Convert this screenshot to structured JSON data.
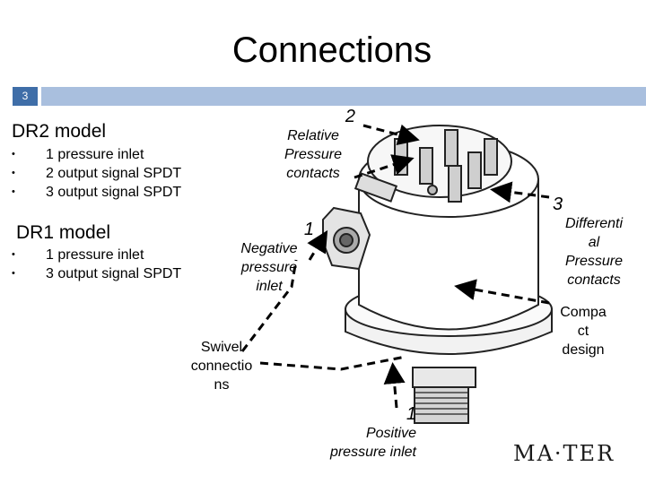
{
  "slide": {
    "title": "Connections",
    "number": "3"
  },
  "dr2": {
    "heading": "DR2 model",
    "bullets": [
      "1 pressure inlet",
      "2 output signal SPDT",
      "3 output signal SPDT"
    ]
  },
  "dr1": {
    "heading": "DR1 model",
    "bullets": [
      "1 pressure inlet",
      "3 output signal SPDT"
    ]
  },
  "callouts": {
    "relative": {
      "num": "2",
      "text": [
        "Relative",
        "Pressure",
        "contacts"
      ]
    },
    "negative": {
      "num": "1",
      "text": [
        "Negative",
        "pressure",
        "inlet"
      ]
    },
    "differential": {
      "num": "3",
      "text": [
        "Differenti",
        "al",
        "Pressure",
        "contacts"
      ]
    },
    "compact": {
      "text": [
        "Compa",
        "ct",
        "design"
      ]
    },
    "swivel": {
      "text": [
        "Swivel",
        "connectio",
        "ns"
      ]
    },
    "positive": {
      "num": "1",
      "text": [
        "Positive",
        "pressure inlet"
      ]
    }
  },
  "logo": "MA·TER",
  "colors": {
    "accent": "#3f6ea8",
    "bar": "#a9bfde"
  }
}
